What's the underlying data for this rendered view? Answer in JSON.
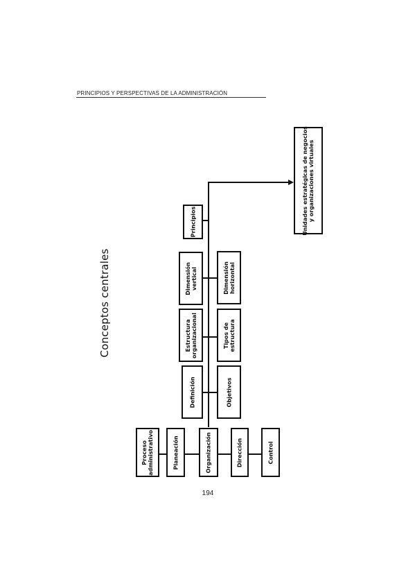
{
  "header": {
    "text": "PRINCIPIOS Y PERSPECTIVAS DE LA ADMINISTRACIÓN"
  },
  "title": "Conceptos centrales",
  "boxes": {
    "unidades": "Unidades estratégicas de negocios\ny organizaciones virtuales",
    "principios": "Principios",
    "dimension_vertical": "Dimensión\nvertical",
    "dimension_horizontal": "Dimensión\nhorizontal",
    "estructura": "Estructura\norganizacional",
    "tipos": "Tipos de\nestructura",
    "definicion": "Definición",
    "objetivos": "Objetivos",
    "proceso": "Proceso\nadministrativo",
    "planeacion": "Planeación",
    "organizacion": "Organización",
    "direccion": "Dirección",
    "control": "Control"
  },
  "page_number": "194"
}
